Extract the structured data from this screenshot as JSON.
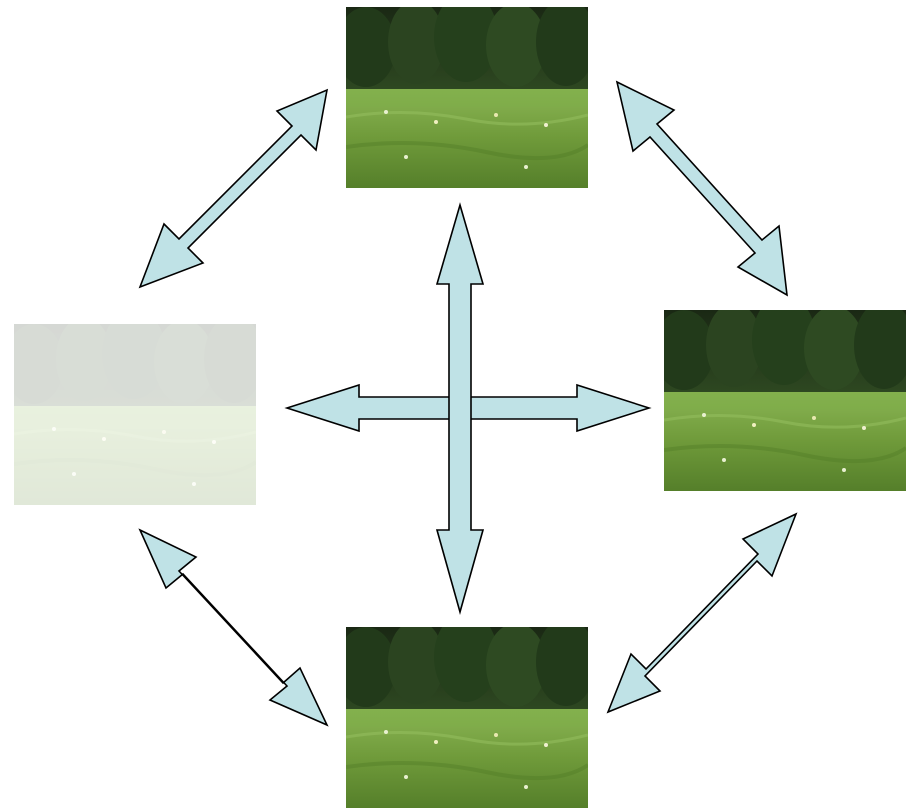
{
  "diagram": {
    "photos": [
      {
        "id": "top",
        "subject": "meadow-with-tree-line",
        "state": "clear"
      },
      {
        "id": "right",
        "subject": "meadow-with-tree-line",
        "state": "clear"
      },
      {
        "id": "bottom",
        "subject": "meadow-with-tree-line",
        "state": "clear"
      },
      {
        "id": "left",
        "subject": "meadow-with-tree-line",
        "state": "faded"
      }
    ],
    "connections": [
      {
        "from": "top",
        "to": "left",
        "style": "double-arrow"
      },
      {
        "from": "top",
        "to": "right",
        "style": "double-arrow"
      },
      {
        "from": "left",
        "to": "bottom",
        "style": "double-arrow"
      },
      {
        "from": "right",
        "to": "bottom",
        "style": "double-arrow"
      },
      {
        "from": "center",
        "to": "all",
        "style": "four-way-cross-arrow"
      }
    ],
    "colors": {
      "arrow_fill": "#bfe2e6",
      "arrow_stroke": "#000000",
      "sky": "#1f2d1a",
      "trees": "#2f4a22",
      "grass": "#6f9a3a"
    }
  }
}
